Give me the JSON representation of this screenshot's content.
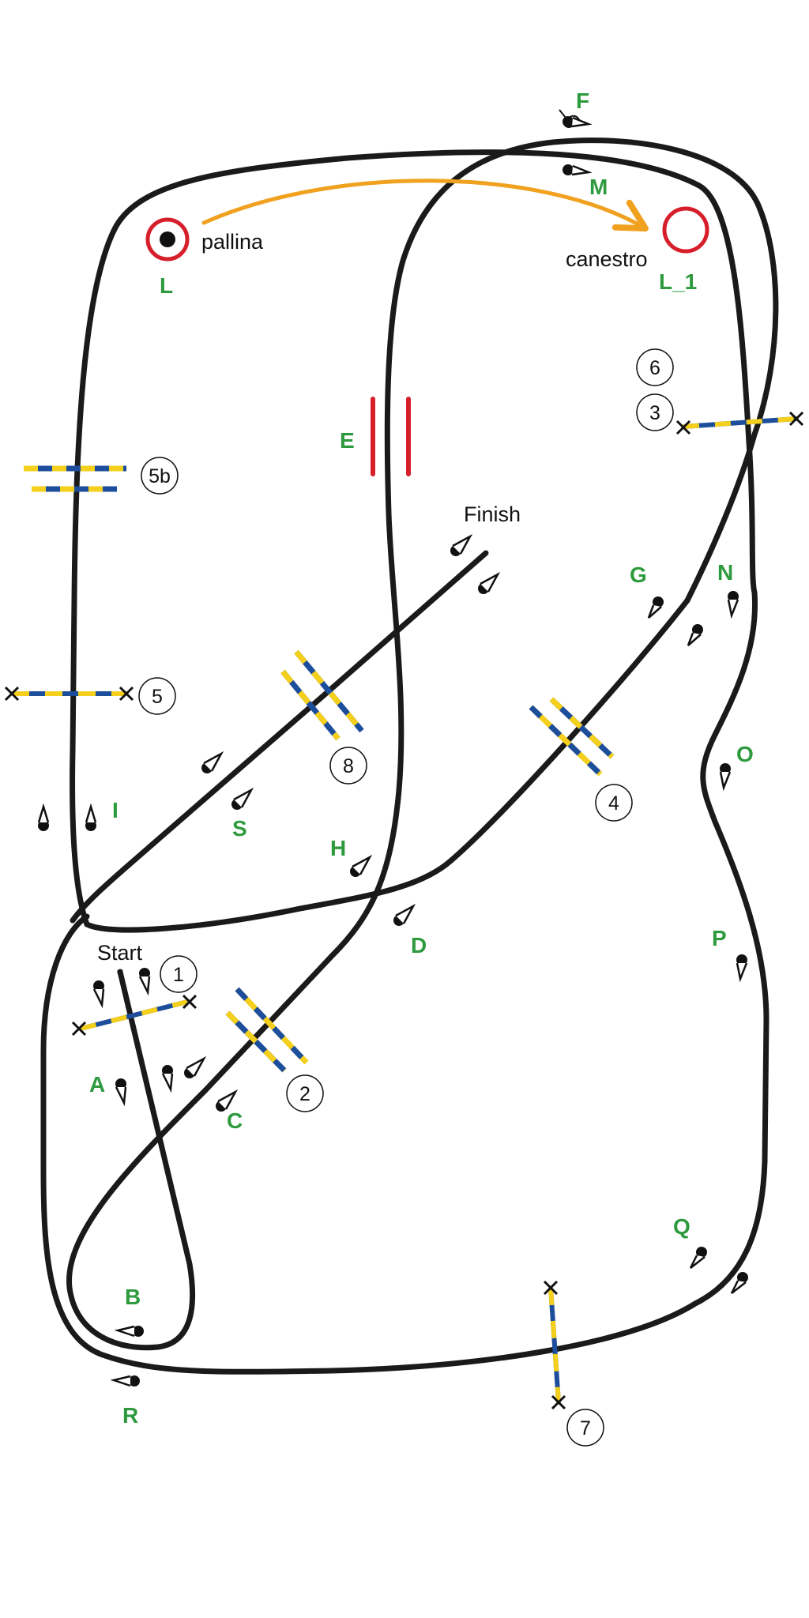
{
  "texts": {
    "pallina": "pallina",
    "canestro": "canestro",
    "finish": "Finish",
    "start": "Start"
  },
  "letters": {
    "F": "F",
    "M": "M",
    "L": "L",
    "L_1": "L_1",
    "E": "E",
    "G": "G",
    "N": "N",
    "O": "O",
    "I": "I",
    "S": "S",
    "H": "H",
    "D": "D",
    "P": "P",
    "A": "A",
    "C": "C",
    "Q": "Q",
    "B": "B",
    "R": "R"
  },
  "numbers": {
    "n1": "1",
    "n2": "2",
    "n3": "3",
    "n4": "4",
    "n5": "5",
    "n5b": "5b",
    "n6": "6",
    "n7": "7",
    "n8": "8"
  },
  "colors": {
    "track": "#1a1a1a",
    "label_green": "#2e9a3e",
    "ring_red": "#d61f2b",
    "arrow_orange": "#f0a11f",
    "gate_yellow": "#f4cf1c",
    "gate_blue": "#1d4e9c"
  }
}
